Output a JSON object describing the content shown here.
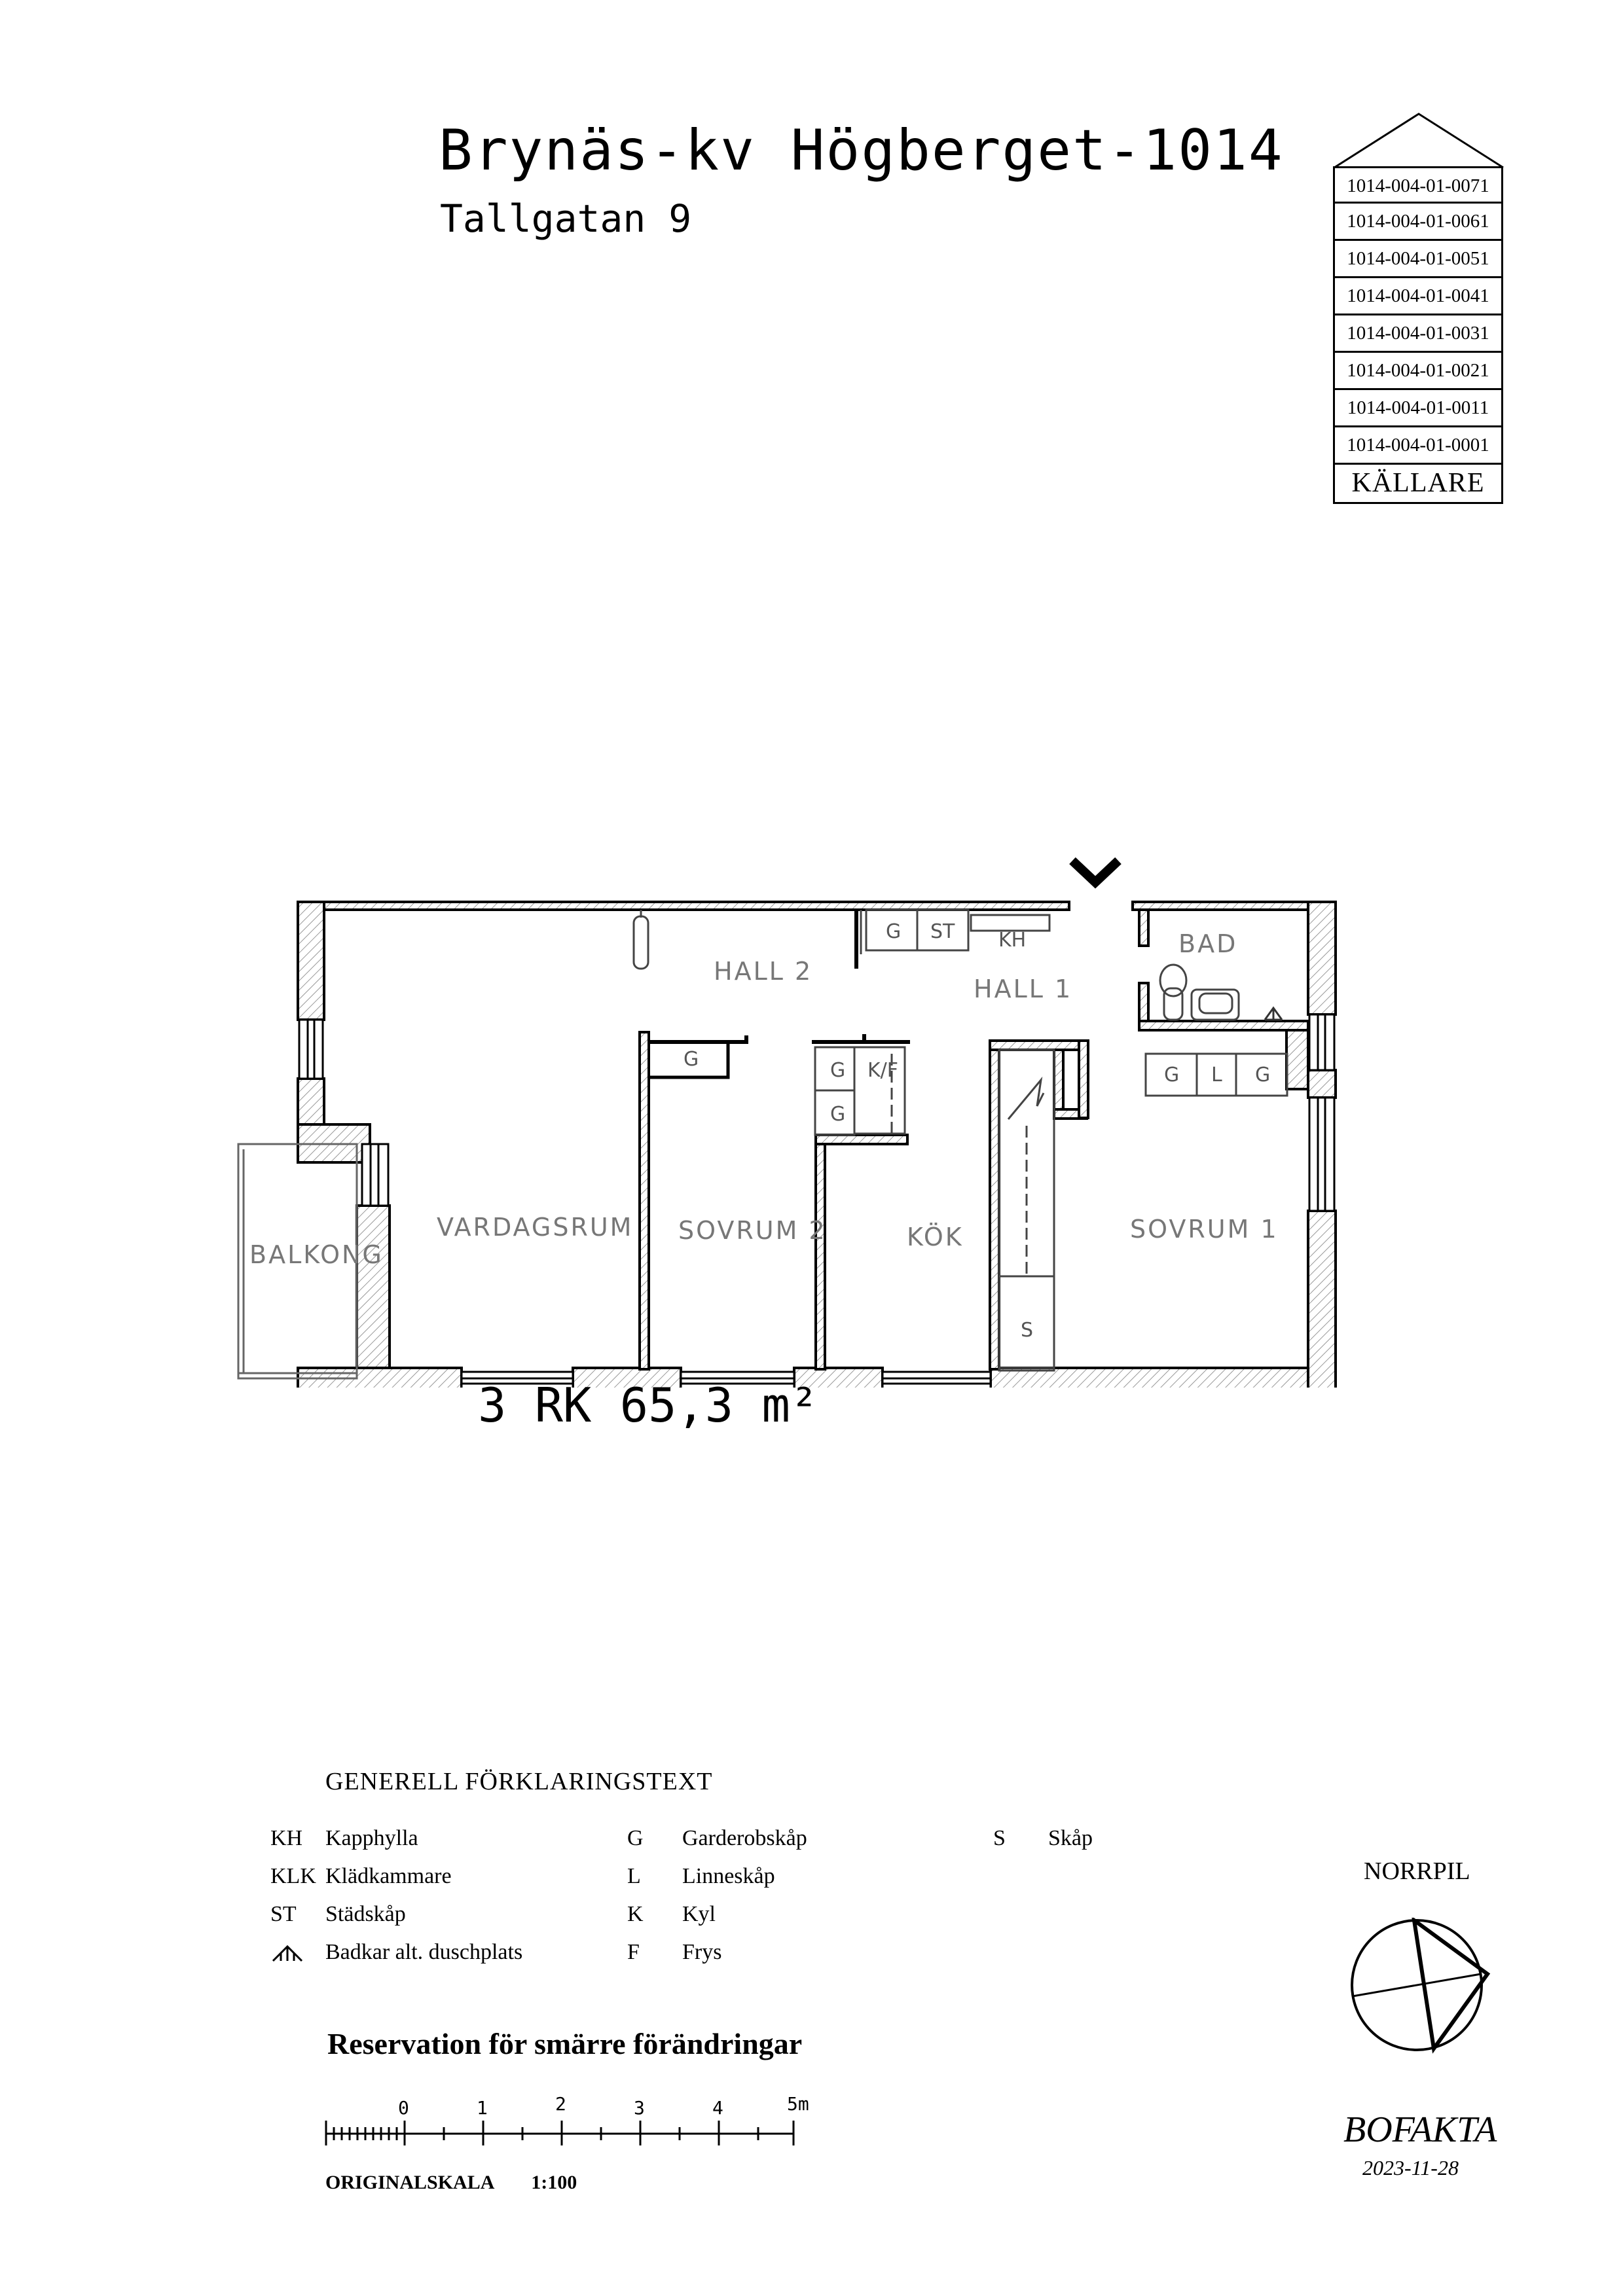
{
  "header": {
    "title": "Brynäs-kv Högberget-1014",
    "address": "Tallgatan 9"
  },
  "floors": [
    "1014-004-01-0071",
    "1014-004-01-0061",
    "1014-004-01-0051",
    "1014-004-01-0041",
    "1014-004-01-0031",
    "1014-004-01-0021",
    "1014-004-01-0011",
    "1014-004-01-0001"
  ],
  "basement": "KÄLLARE",
  "rooms": {
    "hall2": "HALL 2",
    "hall1": "HALL 1",
    "bad": "BAD",
    "vardagsrum": "VARDAGSRUM",
    "sovrum2": "SOVRUM 2",
    "kok": "KÖK",
    "sovrum1": "SOVRUM 1",
    "balkong": "BALKONG"
  },
  "fixtures": {
    "g": "G",
    "st": "ST",
    "kh": "KH",
    "kf": "K/F",
    "l": "L",
    "s": "S"
  },
  "apartment_area": "3 RK 65,3 m²",
  "legend": {
    "title": "GENERELL FÖRKLARINGSTEXT",
    "col1": [
      {
        "code": "KH",
        "desc": "Kapphylla"
      },
      {
        "code": "KLK",
        "desc": "Klädkammare"
      },
      {
        "code": "ST",
        "desc": "Städskåp"
      },
      {
        "code": "",
        "desc": "Badkar alt. duschplats"
      }
    ],
    "col2": [
      {
        "code": "G",
        "desc": "Garderobskåp"
      },
      {
        "code": "L",
        "desc": "Linneskåp"
      },
      {
        "code": "K",
        "desc": "Kyl"
      },
      {
        "code": "F",
        "desc": "Frys"
      }
    ],
    "col3": [
      {
        "code": "S",
        "desc": "Skåp"
      }
    ]
  },
  "reservation": "Reservation för smärre förändringar",
  "scale": {
    "ticks": [
      "0",
      "1",
      "2",
      "3",
      "4",
      "5m"
    ],
    "caption": "ORIGINALSKALA",
    "ratio": "1:100"
  },
  "north_arrow": {
    "label": "NORRPIL"
  },
  "brand": {
    "name": "BOFAKTA",
    "date": "2023-11-28"
  }
}
